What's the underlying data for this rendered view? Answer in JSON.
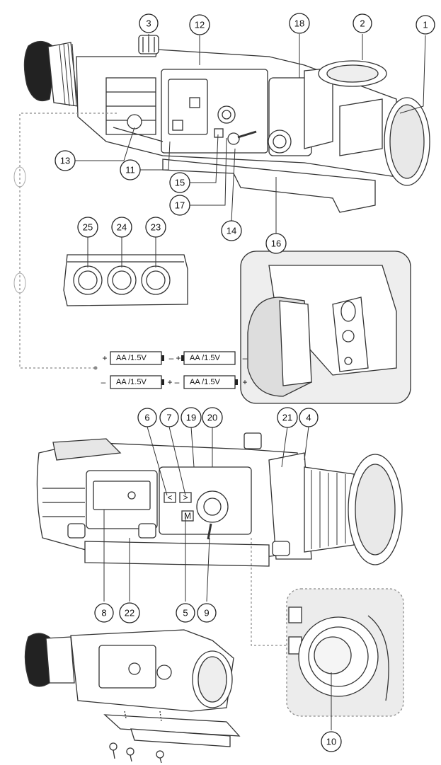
{
  "callouts": [
    {
      "id": "1",
      "label": "1"
    },
    {
      "id": "2",
      "label": "2"
    },
    {
      "id": "3",
      "label": "3"
    },
    {
      "id": "4",
      "label": "4"
    },
    {
      "id": "5",
      "label": "5"
    },
    {
      "id": "6",
      "label": "6"
    },
    {
      "id": "7",
      "label": "7"
    },
    {
      "id": "8",
      "label": "8"
    },
    {
      "id": "9",
      "label": "9"
    },
    {
      "id": "10",
      "label": "10"
    },
    {
      "id": "11",
      "label": "11"
    },
    {
      "id": "12",
      "label": "12"
    },
    {
      "id": "13",
      "label": "13"
    },
    {
      "id": "14",
      "label": "14"
    },
    {
      "id": "15",
      "label": "15"
    },
    {
      "id": "16",
      "label": "16"
    },
    {
      "id": "17",
      "label": "17"
    },
    {
      "id": "18",
      "label": "18"
    },
    {
      "id": "19",
      "label": "19"
    },
    {
      "id": "20",
      "label": "20"
    },
    {
      "id": "21",
      "label": "21"
    },
    {
      "id": "22",
      "label": "22"
    },
    {
      "id": "23",
      "label": "23"
    },
    {
      "id": "24",
      "label": "24"
    },
    {
      "id": "25",
      "label": "25"
    }
  ],
  "batteries": {
    "label": "AA /1.5V",
    "plus": "+",
    "minus": "–"
  },
  "button_marks": {
    "left": "<",
    "right": ">",
    "menu": "M"
  }
}
